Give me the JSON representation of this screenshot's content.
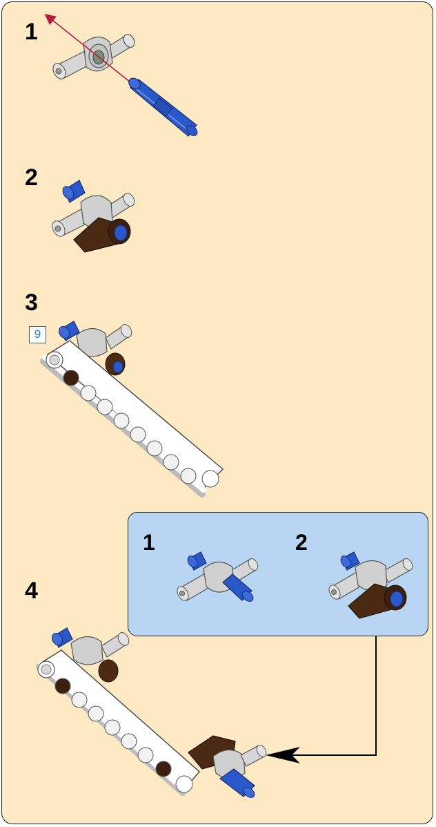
{
  "steps": [
    {
      "number": "1"
    },
    {
      "number": "2"
    },
    {
      "number": "3",
      "part_quantity": "9"
    },
    {
      "number": "4"
    }
  ],
  "callout": {
    "steps": [
      {
        "number": "1"
      },
      {
        "number": "2"
      }
    ]
  },
  "colors": {
    "background": "#fde9c4",
    "callout_background": "#b8d6f1",
    "axle_pin_blue": "#2a57c9",
    "connector_gray": "#d2d2d2",
    "brown_part": "#4a2a12",
    "beam_white": "#ffffff",
    "direction_arrow": "#b8183a"
  }
}
